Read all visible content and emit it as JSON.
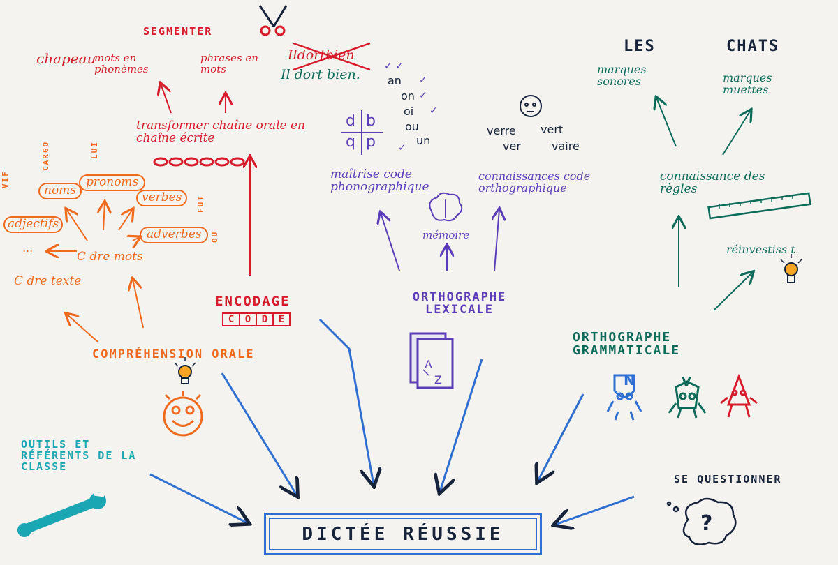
{
  "colors": {
    "orange": "#f06a1e",
    "red": "#d81b2a",
    "purple": "#5b3db8",
    "green": "#0d6b5a",
    "blue": "#2e6fd1",
    "teal": "#1ba6b4",
    "dark": "#16233a"
  },
  "center": {
    "label": "DICTÉE RÉUSSIE"
  },
  "comprehension": {
    "title": "COMPRÉHENSION ORALE",
    "cdre_mots": "C dre mots",
    "cdre_texte": "C dre texte",
    "ellipsis": "...",
    "words": [
      "noms",
      "pronoms",
      "verbes",
      "adjectifs",
      "adverbes"
    ],
    "side_labels": [
      "VIF",
      "CARGO",
      "LUI",
      "FUT",
      "OU"
    ]
  },
  "encodage": {
    "title": "ENCODAGE",
    "boxes": [
      "C",
      "O",
      "D",
      "E"
    ],
    "transform": "transformer chaîne orale en chaîne écrite",
    "segmenter": "SEGMENTER",
    "chapeau": "chapeau",
    "mots_en_phonemes": "mots en phonèmes",
    "phrases_en_mots": "phrases en mots",
    "ildortbien_crossed": "Ildortbien",
    "il_dort_bien": "Il dort bien."
  },
  "lexicale": {
    "title": "ORTHOGRAPHE LEXICALE",
    "maitrise": "maîtrise code phonographique",
    "memoire": "mémoire",
    "sounds": [
      "an",
      "on",
      "oi",
      "ou",
      "un"
    ],
    "dbqp": [
      "d",
      "b",
      "q",
      "p"
    ],
    "connaissances": "connaissances code orthographique",
    "homophones": [
      "verre",
      "vert",
      "ver",
      "vaire"
    ]
  },
  "grammaticale": {
    "title": "ORTHOGRAPHE GRAMMATICALE",
    "les": "LES",
    "chats": "CHATS",
    "marques_sonores": "marques sonores",
    "marques_muettes": "marques muettes",
    "connaissance_regles": "connaissance des règles",
    "reinvestissement": "réinvestiss t"
  },
  "outils": {
    "title": "OUTILS ET RÉFÉRENTS DE LA CLASSE"
  },
  "questionner": {
    "title": "SE QUESTIONNER",
    "symbol": "?"
  }
}
